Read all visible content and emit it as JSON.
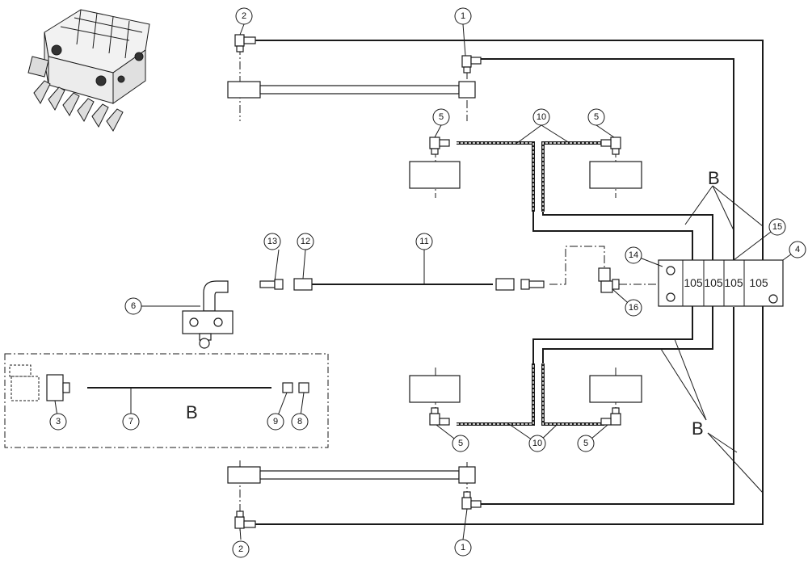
{
  "callouts": {
    "c1_top": "1",
    "c1_bottom": "1",
    "c2_top": "2",
    "c2_bottom": "2",
    "c3": "3",
    "c4": "4",
    "c5_tl": "5",
    "c5_tr": "5",
    "c5_bl": "5",
    "c5_br": "5",
    "c6": "6",
    "c7": "7",
    "c8": "8",
    "c9": "9",
    "c10_top": "10",
    "c10_bottom": "10",
    "c11": "11",
    "c12": "12",
    "c13": "13",
    "c14": "14",
    "c15": "15",
    "c16": "16"
  },
  "section_labels": {
    "b_top": "B",
    "b_bottom": "B",
    "b_detail": "B"
  },
  "distribution_block": {
    "cells": [
      "105",
      "105",
      "105",
      "105"
    ]
  }
}
